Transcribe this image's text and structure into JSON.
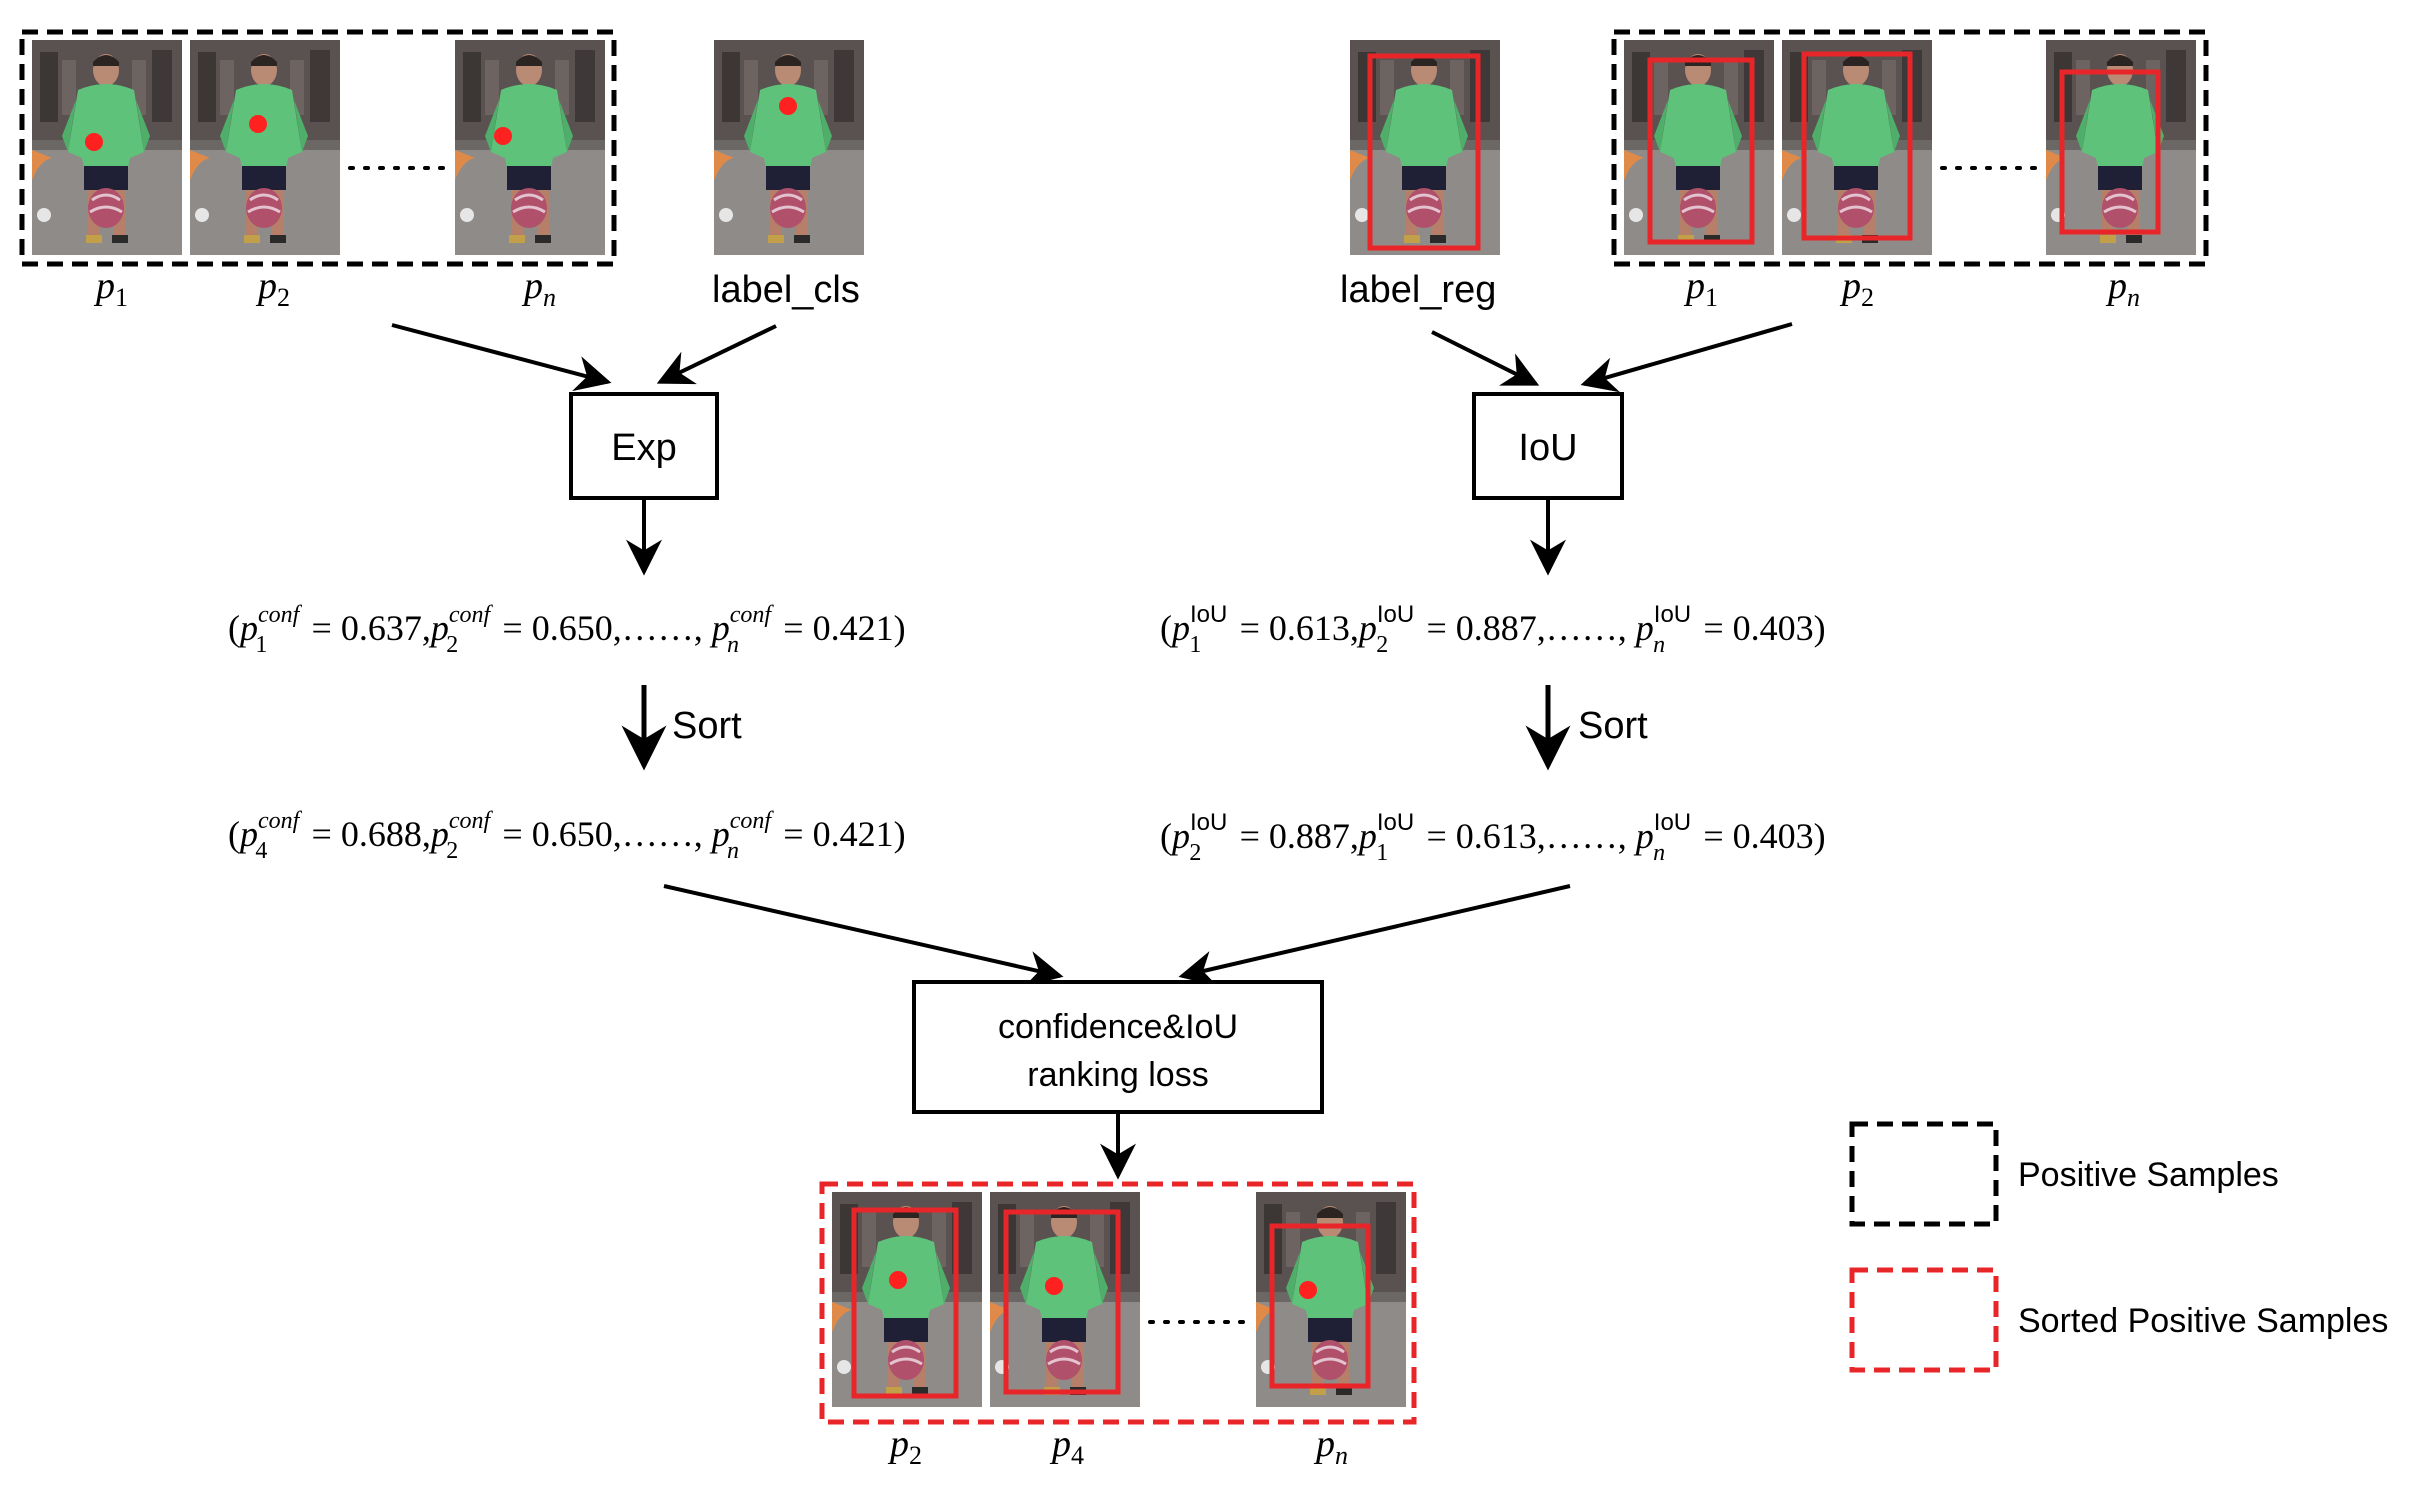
{
  "colors": {
    "positive_border": "#000000",
    "sorted_border": "#e8262a",
    "bbox": "#e8262a",
    "center_dot": "#ff2020",
    "jersey": "#5fc27b",
    "street": "#8f8b88",
    "building": "#5a5250"
  },
  "left_branch": {
    "sample_labels": [
      "p",
      "p",
      "p"
    ],
    "sample_subscripts": [
      "1",
      "2",
      "n"
    ],
    "gt_label": "label_cls",
    "op_label": "Exp",
    "scores_line": {
      "items": [
        {
          "base": "p",
          "sub": "1",
          "sup": "conf",
          "value": "0.637"
        },
        {
          "base": "p",
          "sub": "2",
          "sup": "conf",
          "value": "0.650"
        },
        {
          "base": "p",
          "sub": "n",
          "sup": "conf",
          "value": "0.421"
        }
      ]
    },
    "sort_label": "Sort",
    "sorted_line": {
      "items": [
        {
          "base": "p",
          "sub": "4",
          "sup": "conf",
          "value": "0.688"
        },
        {
          "base": "p",
          "sub": "2",
          "sup": "conf",
          "value": "0.650"
        },
        {
          "base": "p",
          "sub": "n",
          "sup": "conf",
          "value": "0.421"
        }
      ]
    }
  },
  "right_branch": {
    "gt_label": "label_reg",
    "sample_labels": [
      "p",
      "p",
      "p"
    ],
    "sample_subscripts": [
      "1",
      "2",
      "n"
    ],
    "op_label": "IoU",
    "scores_line": {
      "items": [
        {
          "base": "p",
          "sub": "1",
          "sup": "IoU",
          "value": "0.613"
        },
        {
          "base": "p",
          "sub": "2",
          "sup": "IoU",
          "value": "0.887"
        },
        {
          "base": "p",
          "sub": "n",
          "sup": "IoU",
          "value": "0.403"
        }
      ]
    },
    "sort_label": "Sort",
    "sorted_line": {
      "items": [
        {
          "base": "p",
          "sub": "2",
          "sup": "IoU",
          "value": "0.887"
        },
        {
          "base": "p",
          "sub": "1",
          "sup": "IoU",
          "value": "0.613"
        },
        {
          "base": "p",
          "sub": "n",
          "sup": "IoU",
          "value": "0.403"
        }
      ]
    }
  },
  "ranking_box": {
    "line1": "confidence&IoU",
    "line2": "ranking loss"
  },
  "output": {
    "sample_labels": [
      "p",
      "p",
      "p"
    ],
    "sample_subscripts": [
      "2",
      "4",
      "n"
    ]
  },
  "math_tokens": {
    "equals": " = ",
    "comma": ",",
    "ellipsis": "……,",
    "open": "(",
    "close": ")"
  },
  "legend": {
    "positive": "Positive Samples",
    "sorted": "Sorted Positive Samples"
  }
}
